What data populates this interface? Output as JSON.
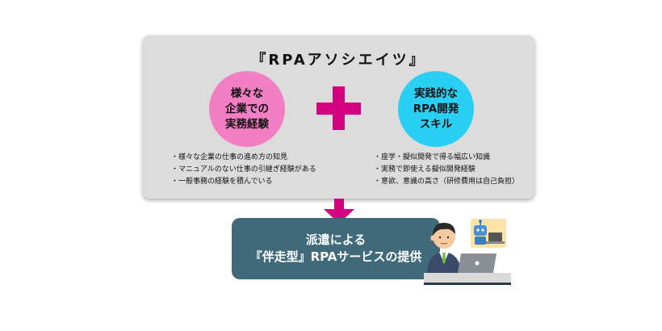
{
  "title": "『RPAアソシエイツ』",
  "left_circle": {
    "lines": [
      "様々な",
      "企業での",
      "実務経験"
    ]
  },
  "right_circle": {
    "lines": [
      "実践的な",
      "RPA開発",
      "スキル"
    ]
  },
  "left_bullets": [
    "・様々な企業の仕事の進め方の知見",
    "・マニュアルのない仕事の引継ぎ経験がある",
    "・一般事務の経験を積んでいる"
  ],
  "right_bullets": [
    "・座学・擬似開発で得る幅広い知識",
    "・実務で即使える擬似開発経験",
    "・意欲、意識の高さ（研修費用は自己負担）"
  ],
  "result": {
    "line1": "派遣による",
    "line2": "『伴走型』RPAサービスの提供"
  },
  "colors": {
    "panel": "#dcdcdc",
    "pink_circle": "#f27fc4",
    "cyan_circle": "#29d0f4",
    "accent_magenta": "#d4007f",
    "result_box": "#406a7a"
  },
  "icons": {
    "plus": "plus-icon",
    "arrow": "arrow-down-icon",
    "illustration": "person-at-laptop-with-robot-icon"
  }
}
